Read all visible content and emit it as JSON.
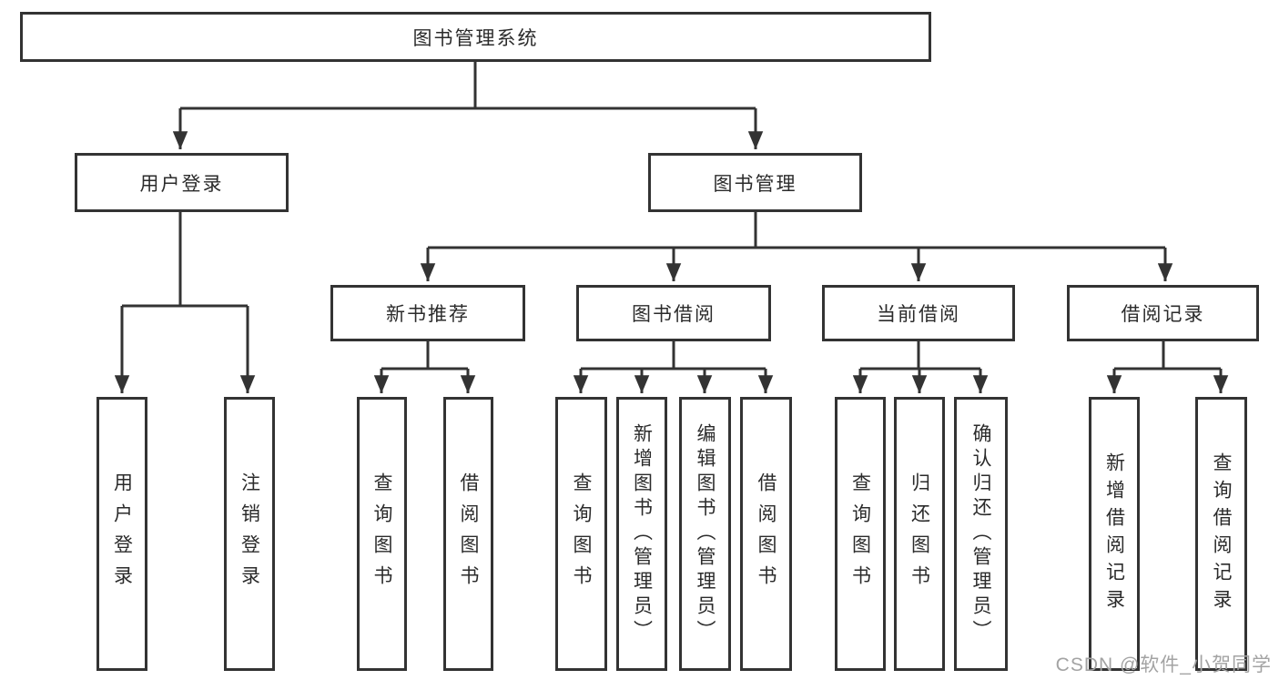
{
  "diagram": {
    "title_note": "functional structure tree of a library management system",
    "root": {
      "label": "图书管理系统"
    },
    "branches": [
      {
        "label": "用户登录",
        "children": [
          {
            "label": "用户登录"
          },
          {
            "label": "注销登录"
          }
        ]
      },
      {
        "label": "图书管理",
        "children": [
          {
            "label": "新书推荐",
            "children": [
              {
                "label": "查询图书"
              },
              {
                "label": "借阅图书"
              }
            ]
          },
          {
            "label": "图书借阅",
            "children": [
              {
                "label": "查询图书"
              },
              {
                "label": "新增图书（管理员）"
              },
              {
                "label": "编辑图书（管理员）"
              },
              {
                "label": "借阅图书"
              }
            ]
          },
          {
            "label": "当前借阅",
            "children": [
              {
                "label": "查询图书"
              },
              {
                "label": "归还图书"
              },
              {
                "label": "确认归还（管理员）"
              }
            ]
          },
          {
            "label": "借阅记录",
            "children": [
              {
                "label": "新增借阅记录"
              },
              {
                "label": "查询借阅记录"
              }
            ]
          }
        ]
      }
    ]
  },
  "watermark": {
    "text": "CSDN @软件_小贺同学"
  },
  "colors": {
    "line": "#333333",
    "text": "#2b2b2b",
    "background": "#ffffff",
    "watermark": "#a3a3a3"
  }
}
